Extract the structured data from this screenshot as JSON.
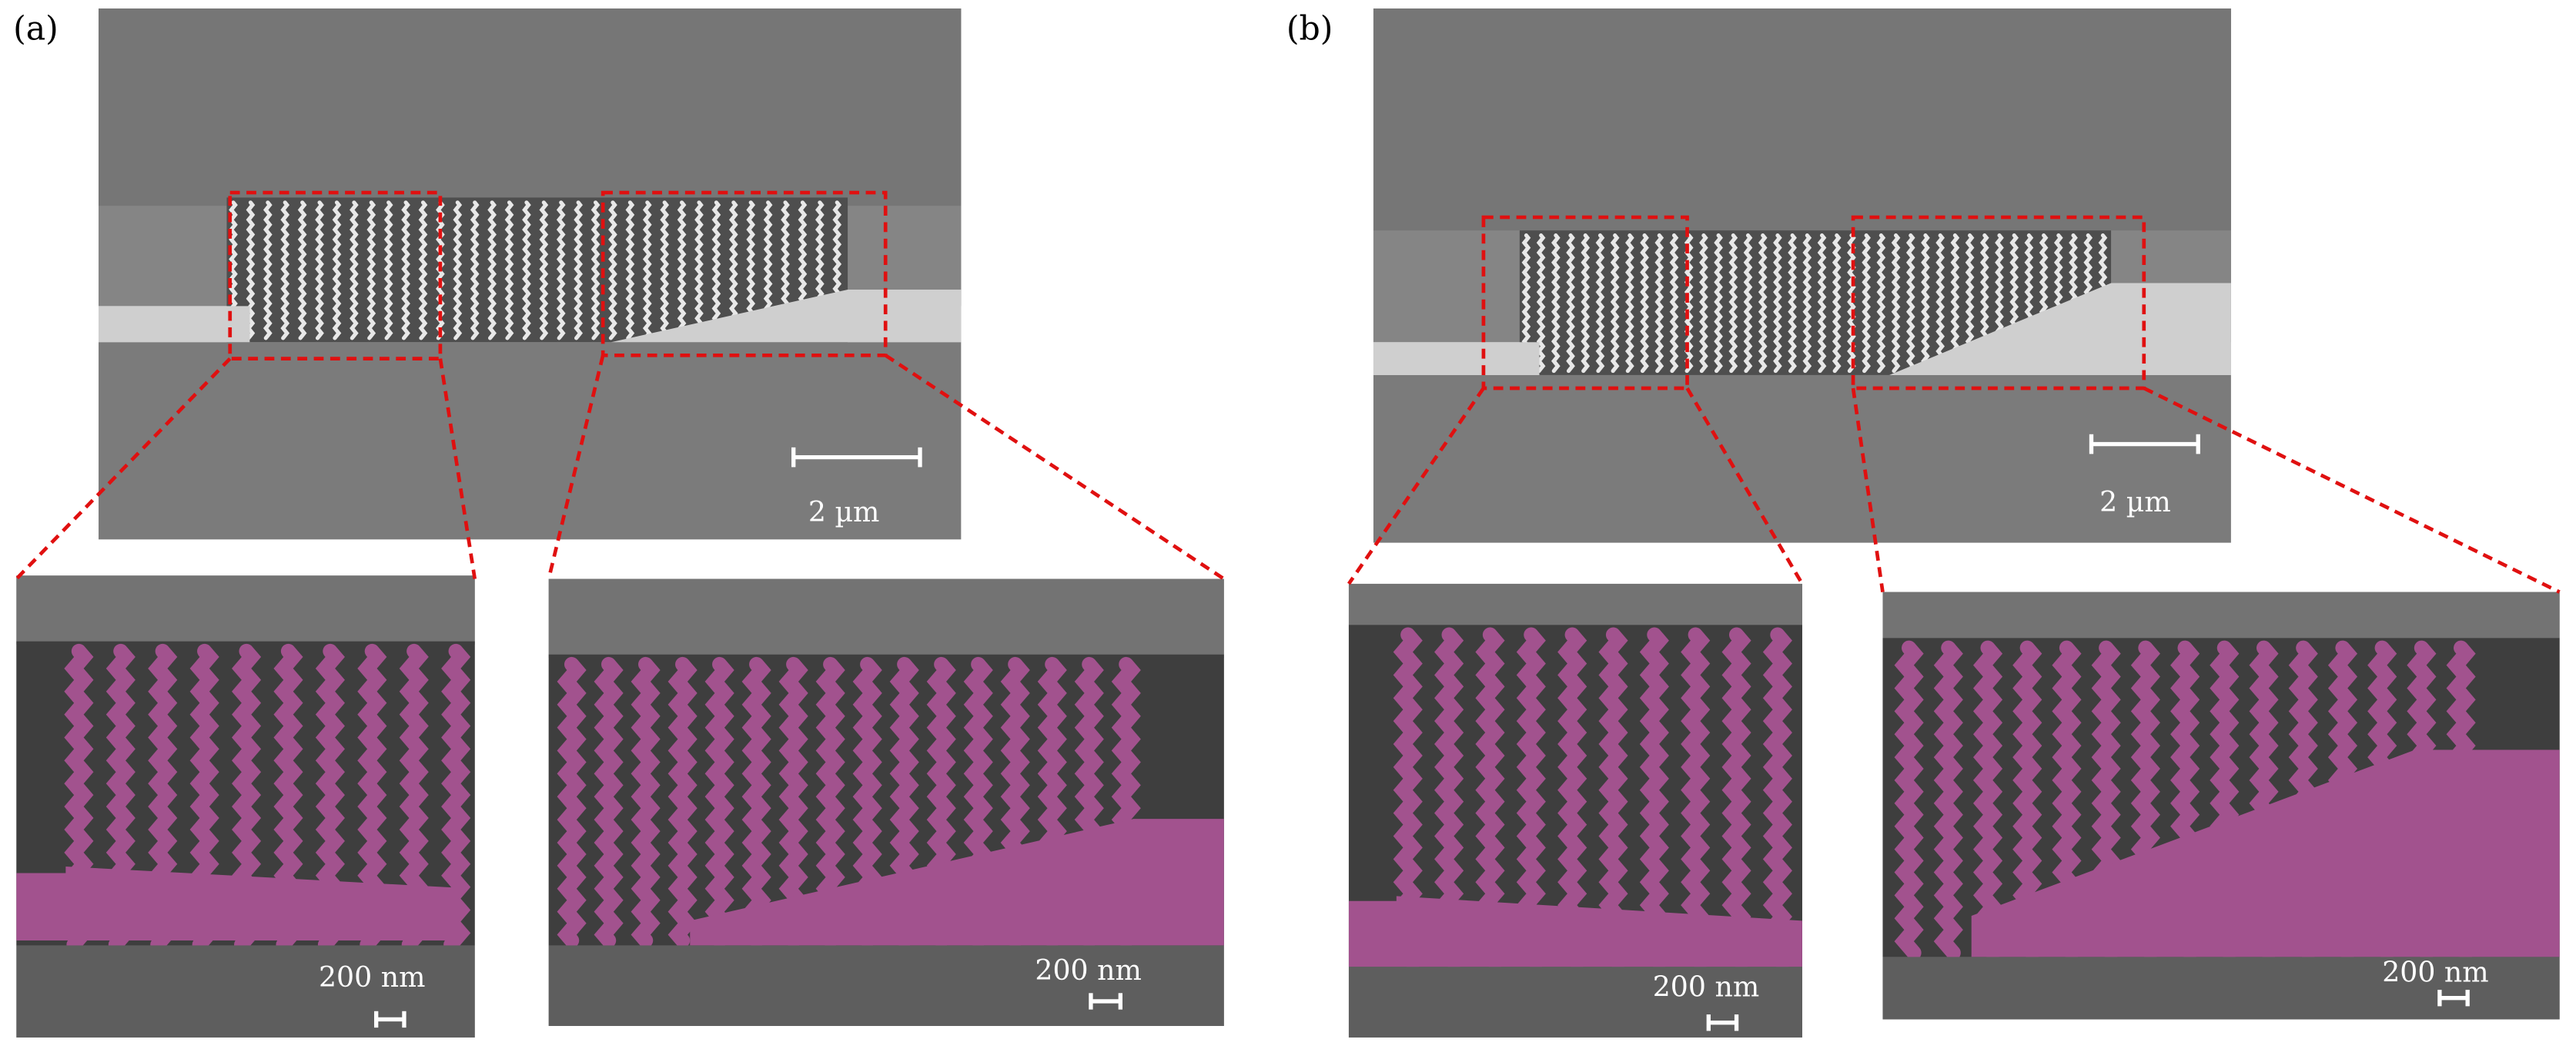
{
  "panels": [
    {
      "label": "(a)",
      "main_scale_bar": "2 µm",
      "inset_left_scale_bar": "200 nm",
      "inset_right_scale_bar": "200 nm"
    },
    {
      "label": "(b)",
      "main_scale_bar": "2 µm",
      "inset_left_scale_bar": "200 nm",
      "inset_right_scale_bar": "200 nm"
    }
  ],
  "colors": {
    "highlight": "#a2528e",
    "dashed_box": "#e01010",
    "sem_bg": "#7a7a7a"
  }
}
